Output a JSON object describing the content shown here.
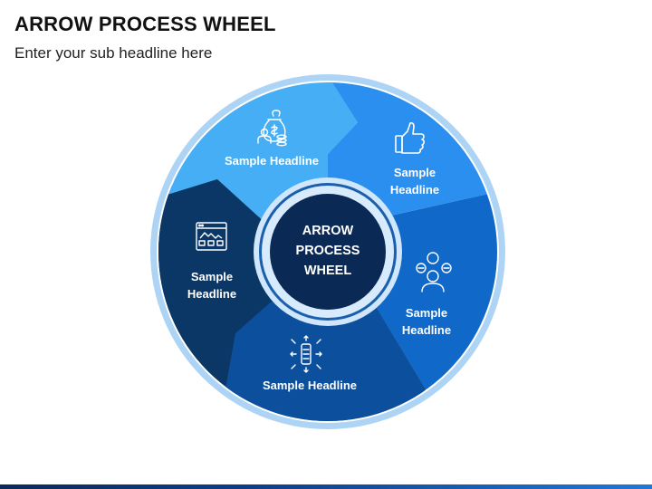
{
  "title": "ARROW PROCESS WHEEL",
  "subtitle": "Enter your sub headline here",
  "hub": {
    "lines": [
      "ARROW",
      "PROCESS",
      "WHEEL"
    ]
  },
  "segments": [
    {
      "id": "top",
      "lines": [
        "Sample Headline"
      ],
      "icon": "money-bag-coins-icon",
      "color": "#45aef5"
    },
    {
      "id": "upper-right",
      "lines": [
        "Sample",
        "Headline"
      ],
      "icon": "thumbs-up-icon",
      "color": "#2b8ff0"
    },
    {
      "id": "lower-right",
      "lines": [
        "Sample",
        "Headline"
      ],
      "icon": "person-network-icon",
      "color": "#1068c9"
    },
    {
      "id": "bottom",
      "lines": [
        "Sample Headline"
      ],
      "icon": "ideas-arrows-icon",
      "color": "#0c4f9c"
    },
    {
      "id": "left",
      "lines": [
        "Sample",
        "Headline"
      ],
      "icon": "web-window-icon",
      "color": "#0a3766"
    }
  ],
  "colors": {
    "outer_ring": "#aed4f5",
    "hub_fill": "#0a2a55",
    "hub_ring": "#cfe6fb"
  }
}
